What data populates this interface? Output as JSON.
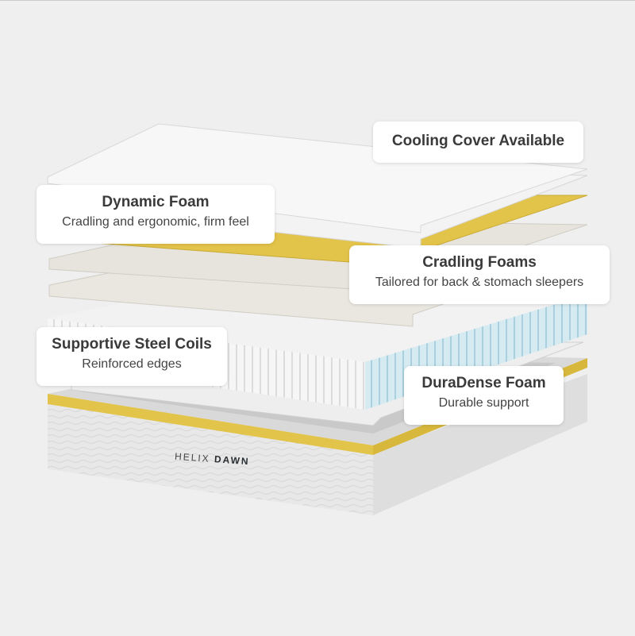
{
  "brand": {
    "prefix": "HELIX",
    "name": "DAWN"
  },
  "labels": [
    {
      "title": "Cooling Cover Available",
      "subtitle": ""
    },
    {
      "title": "Dynamic Foam",
      "subtitle": "Cradling and ergonomic, firm feel"
    },
    {
      "title": "Cradling Foams",
      "subtitle": "Tailored for back & stomach sleepers"
    },
    {
      "title": "Supportive Steel Coils",
      "subtitle": "Reinforced edges"
    },
    {
      "title": "DuraDense Foam",
      "subtitle": "Durable support"
    }
  ],
  "colors": {
    "background": "#efefef",
    "accent_yellow": "#e3c44a",
    "coil_blue": "#cfe6ee",
    "foam": "#e9e7df"
  }
}
